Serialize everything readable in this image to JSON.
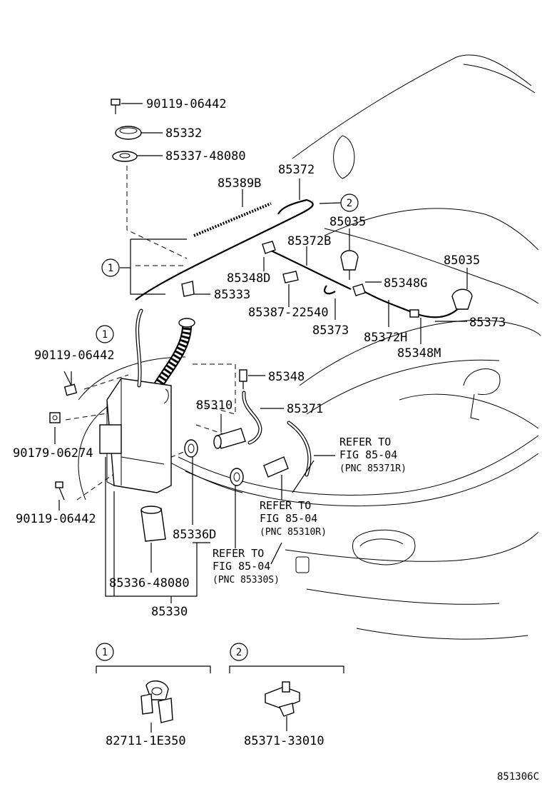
{
  "figure_code": "851306C",
  "labels": {
    "bolt_top": "90119-06442",
    "cap": "85332",
    "cap_gasket": "85337-48080",
    "hose_main": "85372",
    "protector": "85389B",
    "nozzle_left": "85035",
    "hose_branch_b": "85372B",
    "nozzle_right": "85035",
    "clip_d": "85348D",
    "valve_g": "85348G",
    "hose_clamp": "85387-22540",
    "inlet": "85333",
    "hose_73_left": "85373",
    "hose_h": "85372H",
    "hose_73_right": "85373",
    "clip_m": "85348M",
    "bolt_left": "90119-06442",
    "joint": "85348",
    "motor": "85310",
    "hose_71": "85371",
    "nut_left": "90179-06274",
    "bolt_bottom": "90119-06442",
    "grommet_d": "85336D",
    "filter": "85336-48080",
    "tank_assy": "85330"
  },
  "callout_markers": {
    "one_a": "1",
    "one_b": "1",
    "two_top": "2",
    "legend_one": "1",
    "legend_two": "2"
  },
  "refer_notes": [
    {
      "line1": "REFER TO",
      "line2": "FIG 85-04",
      "pnc": "(PNC 85371R)"
    },
    {
      "line1": "REFER TO",
      "line2": "FIG 85-04",
      "pnc": "(PNC 85310R)"
    },
    {
      "line1": "REFER TO",
      "line2": "FIG 85-04",
      "pnc": "(PNC 85330S)"
    }
  ],
  "legend": {
    "one_part": "82711-1E350",
    "two_part": "85371-33010"
  }
}
